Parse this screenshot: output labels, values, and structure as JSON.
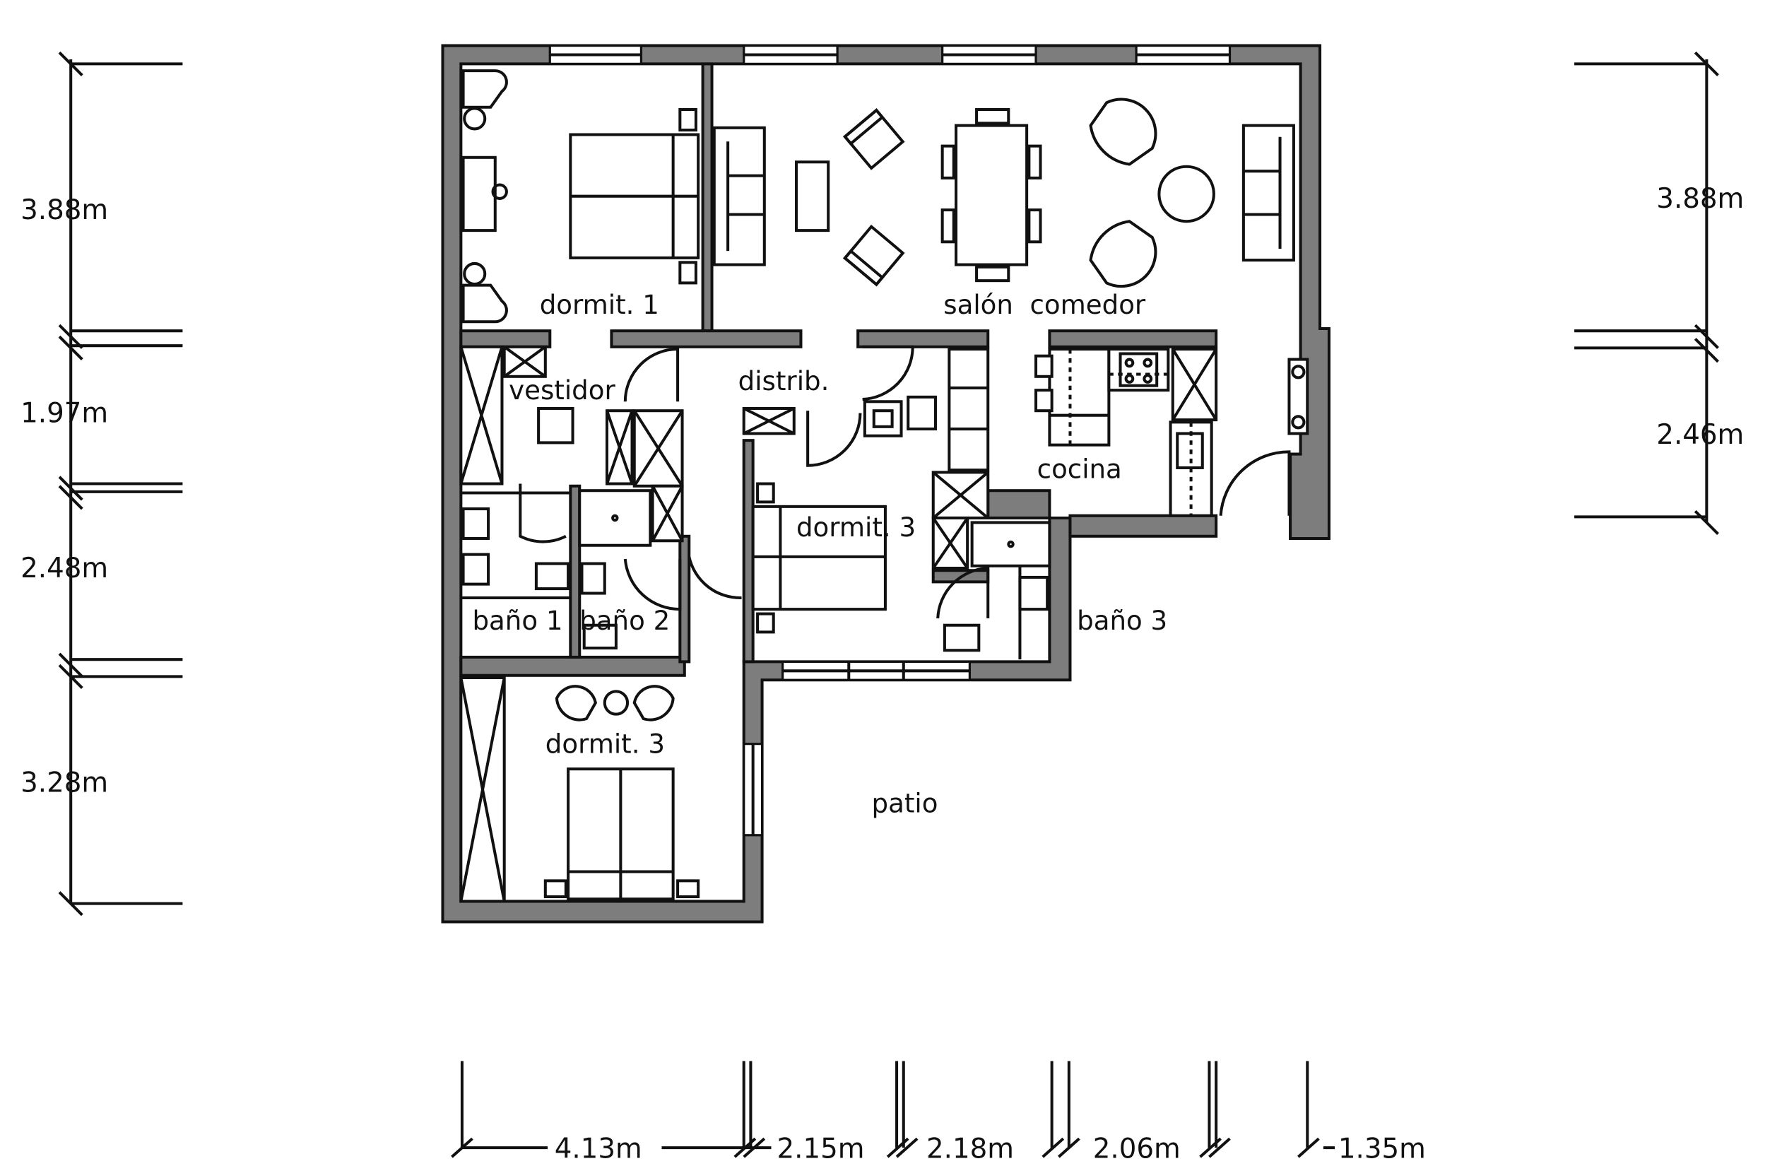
{
  "rooms": {
    "dormit_1": "dormit. 1",
    "salon_comedor": "salón  comedor",
    "vestidor": "vestidor",
    "distrib": "distrib.",
    "cocina": "cocina",
    "dormit_3_center": "dormit. 3",
    "bano_1": "baño 1",
    "bano_2": "baño 2",
    "bano_3": "baño 3",
    "dormit_3_lower": "dormit. 3",
    "patio": "patio"
  },
  "dimensions": {
    "left": [
      "3.88m",
      "1.97m",
      "2.48m",
      "3.28m"
    ],
    "right": [
      "3.88m",
      "2.46m"
    ],
    "bottom": [
      "4.13m",
      "2.15m",
      "2.18m",
      "2.06m",
      "1.35m"
    ]
  },
  "colors": {
    "wall": "#7d7d7d",
    "line": "#111111"
  }
}
